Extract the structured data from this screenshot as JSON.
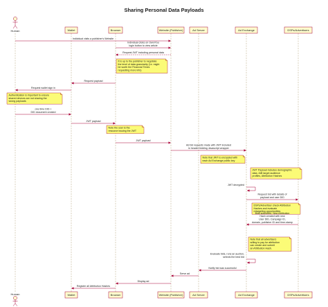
{
  "title": "Sharing Personal Data Payloads",
  "participants": [
    {
      "id": "human",
      "label": "Human",
      "kind": "actor"
    },
    {
      "id": "wallet",
      "label": "Wallet",
      "kind": "box"
    },
    {
      "id": "browser",
      "label": "Browser",
      "kind": "box"
    },
    {
      "id": "website",
      "label": "Website (Publisher)",
      "kind": "box"
    },
    {
      "id": "adserver",
      "label": "Ad Server",
      "kind": "box"
    },
    {
      "id": "adexchange",
      "label": "Ad Exchange",
      "kind": "box"
    },
    {
      "id": "dsps",
      "label": "DSPs/Advertisers",
      "kind": "box"
    }
  ],
  "steps": [
    {
      "type": "msg",
      "from": "human",
      "to": "website",
      "lines": [
        "Individual visits a publisher's Website"
      ],
      "style": "solid"
    },
    {
      "type": "msg",
      "from": "browser",
      "to": "website",
      "lines": [
        "Individual clicks on Own/You",
        "login button to view article"
      ],
      "style": "solid"
    },
    {
      "type": "msg",
      "from": "website",
      "to": "browser",
      "lines": [
        "Request JWT including personal data"
      ],
      "style": "dashed"
    },
    {
      "type": "note",
      "over": "browser",
      "lines": [
        "It is up to the publisher to negotiate",
        "the level of data granularity (i.e. might",
        "be worth the Financial Times",
        "requesting more info)"
      ]
    },
    {
      "type": "msg",
      "from": "browser",
      "to": "wallet",
      "lines": [
        "Request payload"
      ],
      "style": "solid"
    },
    {
      "type": "msg",
      "from": "wallet",
      "to": "human",
      "lines": [
        "Request wallet sign in"
      ],
      "style": "solid"
    },
    {
      "type": "note",
      "over": "human",
      "lines": [
        "Authentication is important to ensure",
        "shared devices are not sharing the",
        "wrong payloads"
      ]
    },
    {
      "type": "msg",
      "from": "human",
      "to": "wallet",
      "lines": [
        "one time DID +",
        "DID document created"
      ],
      "style": "solid"
    },
    {
      "type": "msg",
      "from": "wallet",
      "to": "browser",
      "lines": [
        "JWT payload"
      ],
      "style": "solid"
    },
    {
      "type": "note",
      "over": "browser",
      "lines": [
        "Note the user is the",
        "resource issuing the JWT"
      ]
    },
    {
      "type": "msg",
      "from": "browser",
      "to": "website",
      "lines": [
        "JWT payload"
      ],
      "style": "solid"
    },
    {
      "type": "msg",
      "from": "website",
      "to": "adexchange",
      "lines": [
        "Ad bid requests made with JWT included",
        "in header bidding Javascript wrapper"
      ],
      "style": "solid"
    },
    {
      "type": "note",
      "over": "adexchange",
      "lines": [
        "Note that JWT is encrypted with",
        "each Ad Exchange public key"
      ]
    },
    {
      "type": "note",
      "over": "dsps",
      "lines": [
        "JWT Payload includes demographic",
        "data, IAB target audience",
        "profiles, Attribution Hashes"
      ]
    },
    {
      "type": "msg",
      "from": "adexchange",
      "to": "adexchange",
      "lines": [
        "JWT decrypted"
      ],
      "style": "solid"
    },
    {
      "type": "msg",
      "from": "adexchange",
      "to": "dsps",
      "lines": [
        "Request bid with details of",
        "payload and user DID"
      ],
      "style": "solid"
    },
    {
      "type": "note",
      "over": "dsps",
      "lines": [
        "DSPs/Advertiser check Attribution",
        "Hashes and evaluate",
        "retargeting opportunities"
      ]
    },
    {
      "type": "msg",
      "from": "dsps",
      "to": "adexchange",
      "lines": [
        "Bids submitted. New Attribution",
        "Hash created with new",
        "User DID, Campaign ID,",
        "domain, publisher ID and time-stamp"
      ],
      "style": "solid"
    },
    {
      "type": "note",
      "over": "adexchange",
      "lines": [
        "Note that all advertisers",
        "willing to pay for attribution",
        "can create and submit",
        "an Attribution Hash."
      ]
    },
    {
      "type": "msg",
      "from": "adexchange",
      "to": "adexchange",
      "lines": [
        "Evaluate bids, runs an auction,",
        "selects the best bid"
      ],
      "style": "solid"
    },
    {
      "type": "msg",
      "from": "adexchange",
      "to": "adserver",
      "lines": [
        "Notify bid was successful"
      ],
      "style": "solid"
    },
    {
      "type": "msg",
      "from": "adserver",
      "to": "website",
      "lines": [
        "Serve ad"
      ],
      "style": "solid"
    },
    {
      "type": "msg",
      "from": "website",
      "to": "browser",
      "lines": [
        "Display ad"
      ],
      "style": "solid"
    },
    {
      "type": "msg",
      "from": "browser",
      "to": "wallet",
      "lines": [
        "Register all Attribution Hashes"
      ],
      "style": "solid"
    }
  ]
}
